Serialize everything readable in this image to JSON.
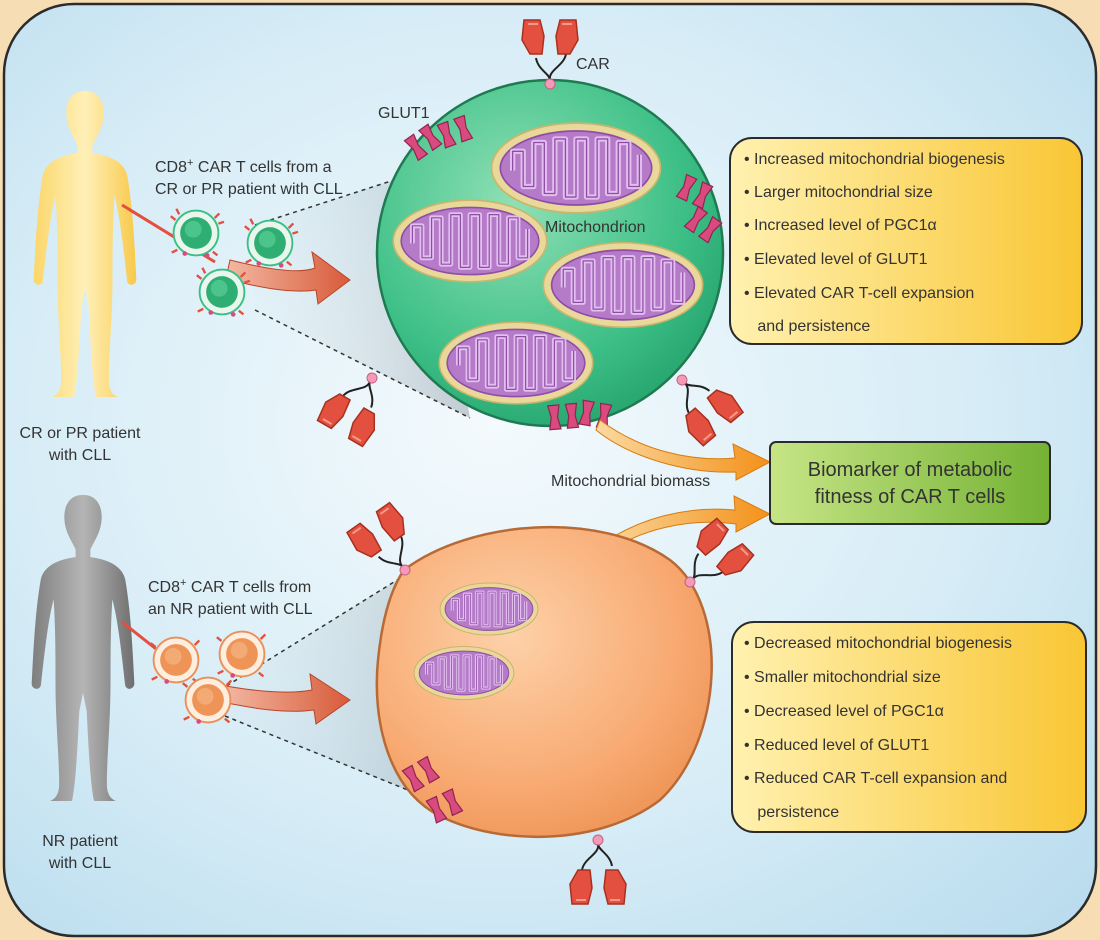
{
  "patients": {
    "responder": {
      "label_line1": "CR or PR patient",
      "label_line2": "with CLL"
    },
    "non_responder": {
      "label_line1": "NR patient",
      "label_line2": "with CLL"
    }
  },
  "cells": {
    "responder_cells": {
      "line1_sup": "+",
      "line1_pre": "CD8",
      "line1_post": " CAR T cells from a",
      "line2": "CR or PR patient with CLL"
    },
    "nr_cells": {
      "line1_sup": "+",
      "line1_pre": "CD8",
      "line1_post": " CAR T cells from",
      "line2": "an NR patient with CLL"
    }
  },
  "labels": {
    "car": "CAR",
    "glut1": "GLUT1",
    "mitochondrion": "Mitochondrion",
    "mito_biomass": "Mitochondrial biomass"
  },
  "responder_features": [
    "• Increased mitochondrial biogenesis",
    "• Larger mitochondrial size",
    "• Increased level of PGC1α",
    "• Elevated level of GLUT1",
    "• Elevated CAR T-cell expansion",
    "   and persistence"
  ],
  "nr_features": [
    "• Decreased mitochondrial biogenesis",
    "• Smaller mitochondrial size",
    "• Decreased level of PGC1α",
    "• Reduced level of GLUT1",
    "• Reduced CAR T-cell expansion and",
    "   persistence"
  ],
  "biomarker": {
    "line1": "Biomarker of metabolic",
    "line2": "fitness of CAR T cells"
  },
  "colors": {
    "panel_bg": "#cfe7f3",
    "outer_bg": "#f6ddb4",
    "green_cell": "#3cbf86",
    "orange_cell": "#f5a46c",
    "mito_fill": "#b57bc9",
    "mito_border": "#e9d89a",
    "car_red": "#e4503f",
    "glut_pink": "#d94a7e",
    "box_yellow": "#f9c935",
    "biomarker_green": "#7db83a",
    "arrow_orange": "#f39a1e"
  }
}
